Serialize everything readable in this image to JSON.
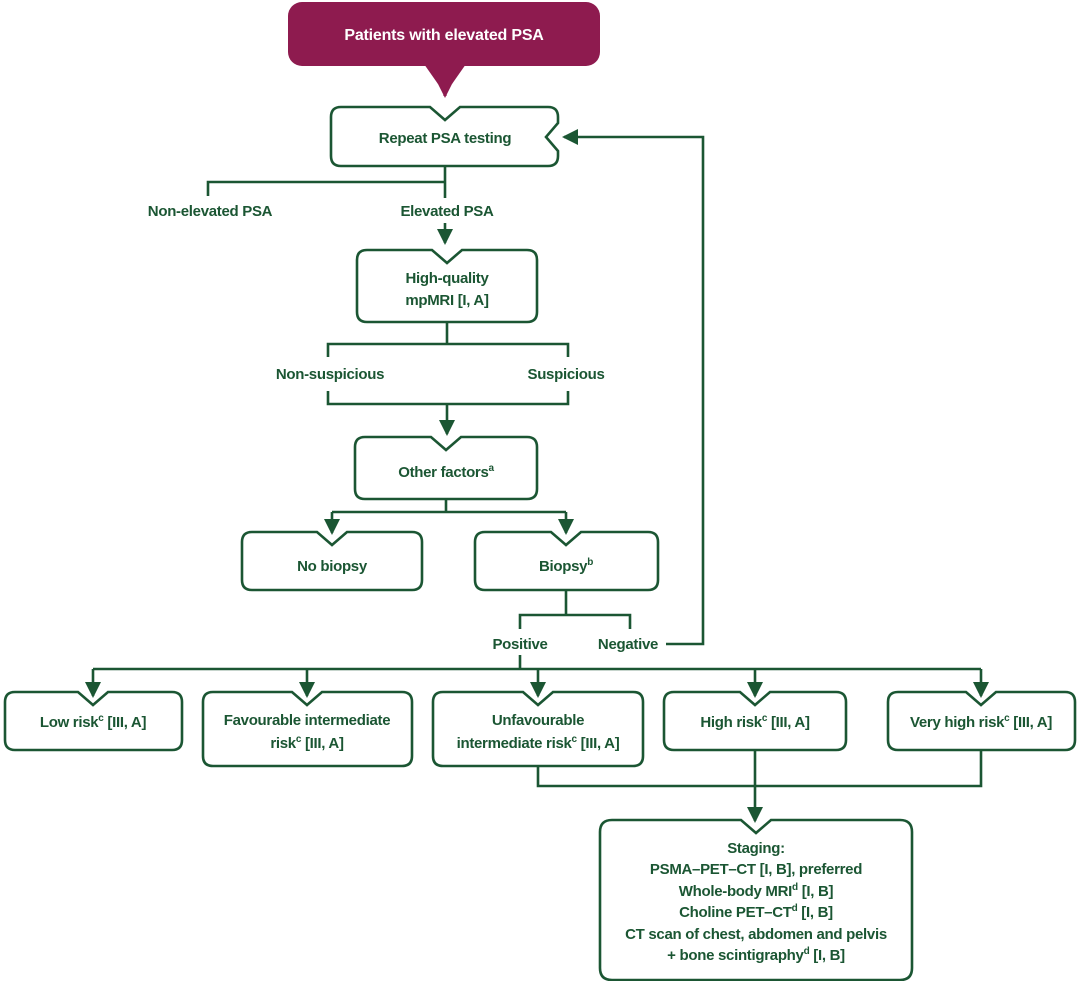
{
  "colors": {
    "maroon": "#8E1B4F",
    "green": "#1B5633",
    "background": "#FFFFFF"
  },
  "nodes": {
    "start": {
      "label": "Patients with elevated PSA"
    },
    "repeat_psa": {
      "label": "Repeat PSA testing"
    },
    "mpmri": {
      "lines": [
        {
          "pre": "High-quality"
        },
        {
          "pre": "mpMRI [I, A]"
        }
      ]
    },
    "other_factors": {
      "pre": "Other factors",
      "sup": "a"
    },
    "no_biopsy": {
      "pre": "No biopsy"
    },
    "biopsy": {
      "pre": "Biopsy",
      "sup": "b"
    },
    "risk_boxes": [
      {
        "lines": [
          {
            "pre": "Low risk",
            "sup": "c",
            "post": " [III, A]"
          }
        ]
      },
      {
        "lines": [
          {
            "pre": "Favourable intermediate"
          },
          {
            "pre": "risk",
            "sup": "c",
            "post": " [III, A]"
          }
        ]
      },
      {
        "lines": [
          {
            "pre": "Unfavourable"
          },
          {
            "pre": "intermediate risk",
            "sup": "c",
            "post": " [III, A]"
          }
        ]
      },
      {
        "lines": [
          {
            "pre": "High risk",
            "sup": "c",
            "post": " [III, A]"
          }
        ]
      },
      {
        "lines": [
          {
            "pre": "Very high risk",
            "sup": "c",
            "post": " [III, A]"
          }
        ]
      }
    ],
    "staging": {
      "lines": [
        {
          "pre": "Staging:"
        },
        {
          "pre": "PSMA–PET–CT [I, B], preferred"
        },
        {
          "pre": "Whole-body MRI",
          "sup": "d",
          "post": " [I, B]"
        },
        {
          "pre": "Choline PET–CT",
          "sup": "d",
          "post": " [I, B]"
        },
        {
          "pre": "CT scan of chest, abdomen and pelvis"
        },
        {
          "pre": "+ bone scintigraphy",
          "sup": "d",
          "post": " [I, B]"
        }
      ]
    }
  },
  "edge_labels": {
    "non_elevated": "Non-elevated PSA",
    "elevated": "Elevated PSA",
    "non_suspicious": "Non-suspicious",
    "suspicious": "Suspicious",
    "positive": "Positive",
    "negative": "Negative"
  }
}
